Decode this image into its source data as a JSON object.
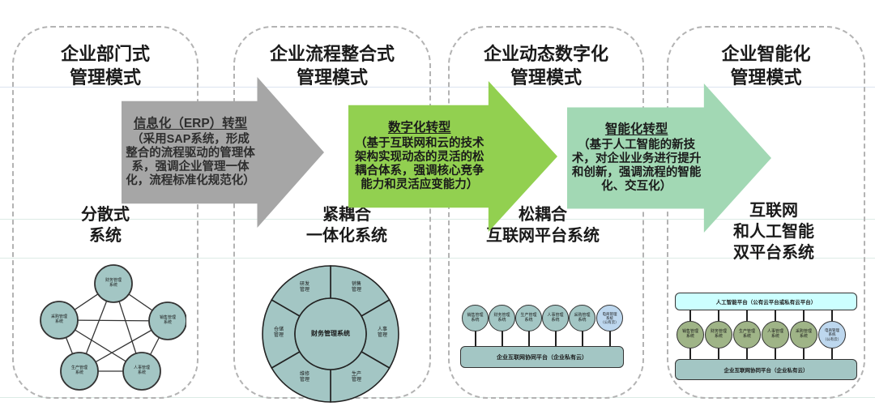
{
  "stages": [
    {
      "title": "企业部门式\n管理模式",
      "system_label": "分散式\n系统"
    },
    {
      "title": "企业流程整合式\n管理模式",
      "system_label": "紧耦合\n一体化系统"
    },
    {
      "title": "企业动态数字化\n管理模式",
      "system_label": "松耦合\n互联网平台系统"
    },
    {
      "title": "企业智能化\n管理模式",
      "system_label": "互联网\n和人工智能\n双平台系统"
    }
  ],
  "arrows": [
    {
      "title": "信息化（ERP）转型",
      "body": "（采用SAP系统，形成整合的流程驱动的管理体系，强调企业管理一体化，流程标准化规范化）",
      "color": "#a6a6a6"
    },
    {
      "title": "数字化转型",
      "body": "（基于互联网和云的技术架构实现动态的灵活的松耦合体系，强调核心竞争能力和灵活应变能力）",
      "color": "#92d050"
    },
    {
      "title": "智能化转型",
      "body": "（基于人工智能的新技术，对企业业务进行提升和创新，强调流程的智能化、交互化）",
      "color": "#a2d8b4"
    }
  ],
  "diagrams": {
    "network": {
      "node_color": "#a3c6c4",
      "nodes": [
        "财务管理\n系统",
        "销售管理\n系统",
        "人事管理\n系统",
        "生产管理\n系统",
        "采购管理\n系统"
      ]
    },
    "donut": {
      "color": "#a3c6c4",
      "center_label": "财务管理系统",
      "segments": [
        "销售\n管理",
        "人事\n管理",
        "生产\n管理",
        "维修\n管理",
        "仓储\n管理",
        "研发\n管理"
      ]
    },
    "platform": {
      "circle_color": "#a3c6c4",
      "ecommerce_color": "#bdd7ee",
      "bar_color": "#a3c6c4",
      "systems": [
        "销售管理\n系统",
        "财务管理\n系统",
        "生产管理\n系统",
        "人事管理\n系统",
        "采购管理\n系统",
        "电商管理\n系统\n（公有云）"
      ],
      "bar_label": "企业互联网协同平台（企业私有云）"
    },
    "dual_platform": {
      "circle_color": "#9fb487",
      "ecommerce_color": "#bdd7ee",
      "ai_bar_color": "#ccffff",
      "bar_color": "#a3c6c4",
      "ai_bar_label": "人工智能平台（公有云平台或私有云平台）",
      "systems": [
        "销售管理\n系统",
        "财务管理\n系统",
        "生产管理\n系统",
        "人事管理\n系统",
        "采购管理\n系统",
        "电商管理\n系统\n（公有云）"
      ],
      "bar_label": "企业互联网协同平台（企业私有云）"
    }
  }
}
